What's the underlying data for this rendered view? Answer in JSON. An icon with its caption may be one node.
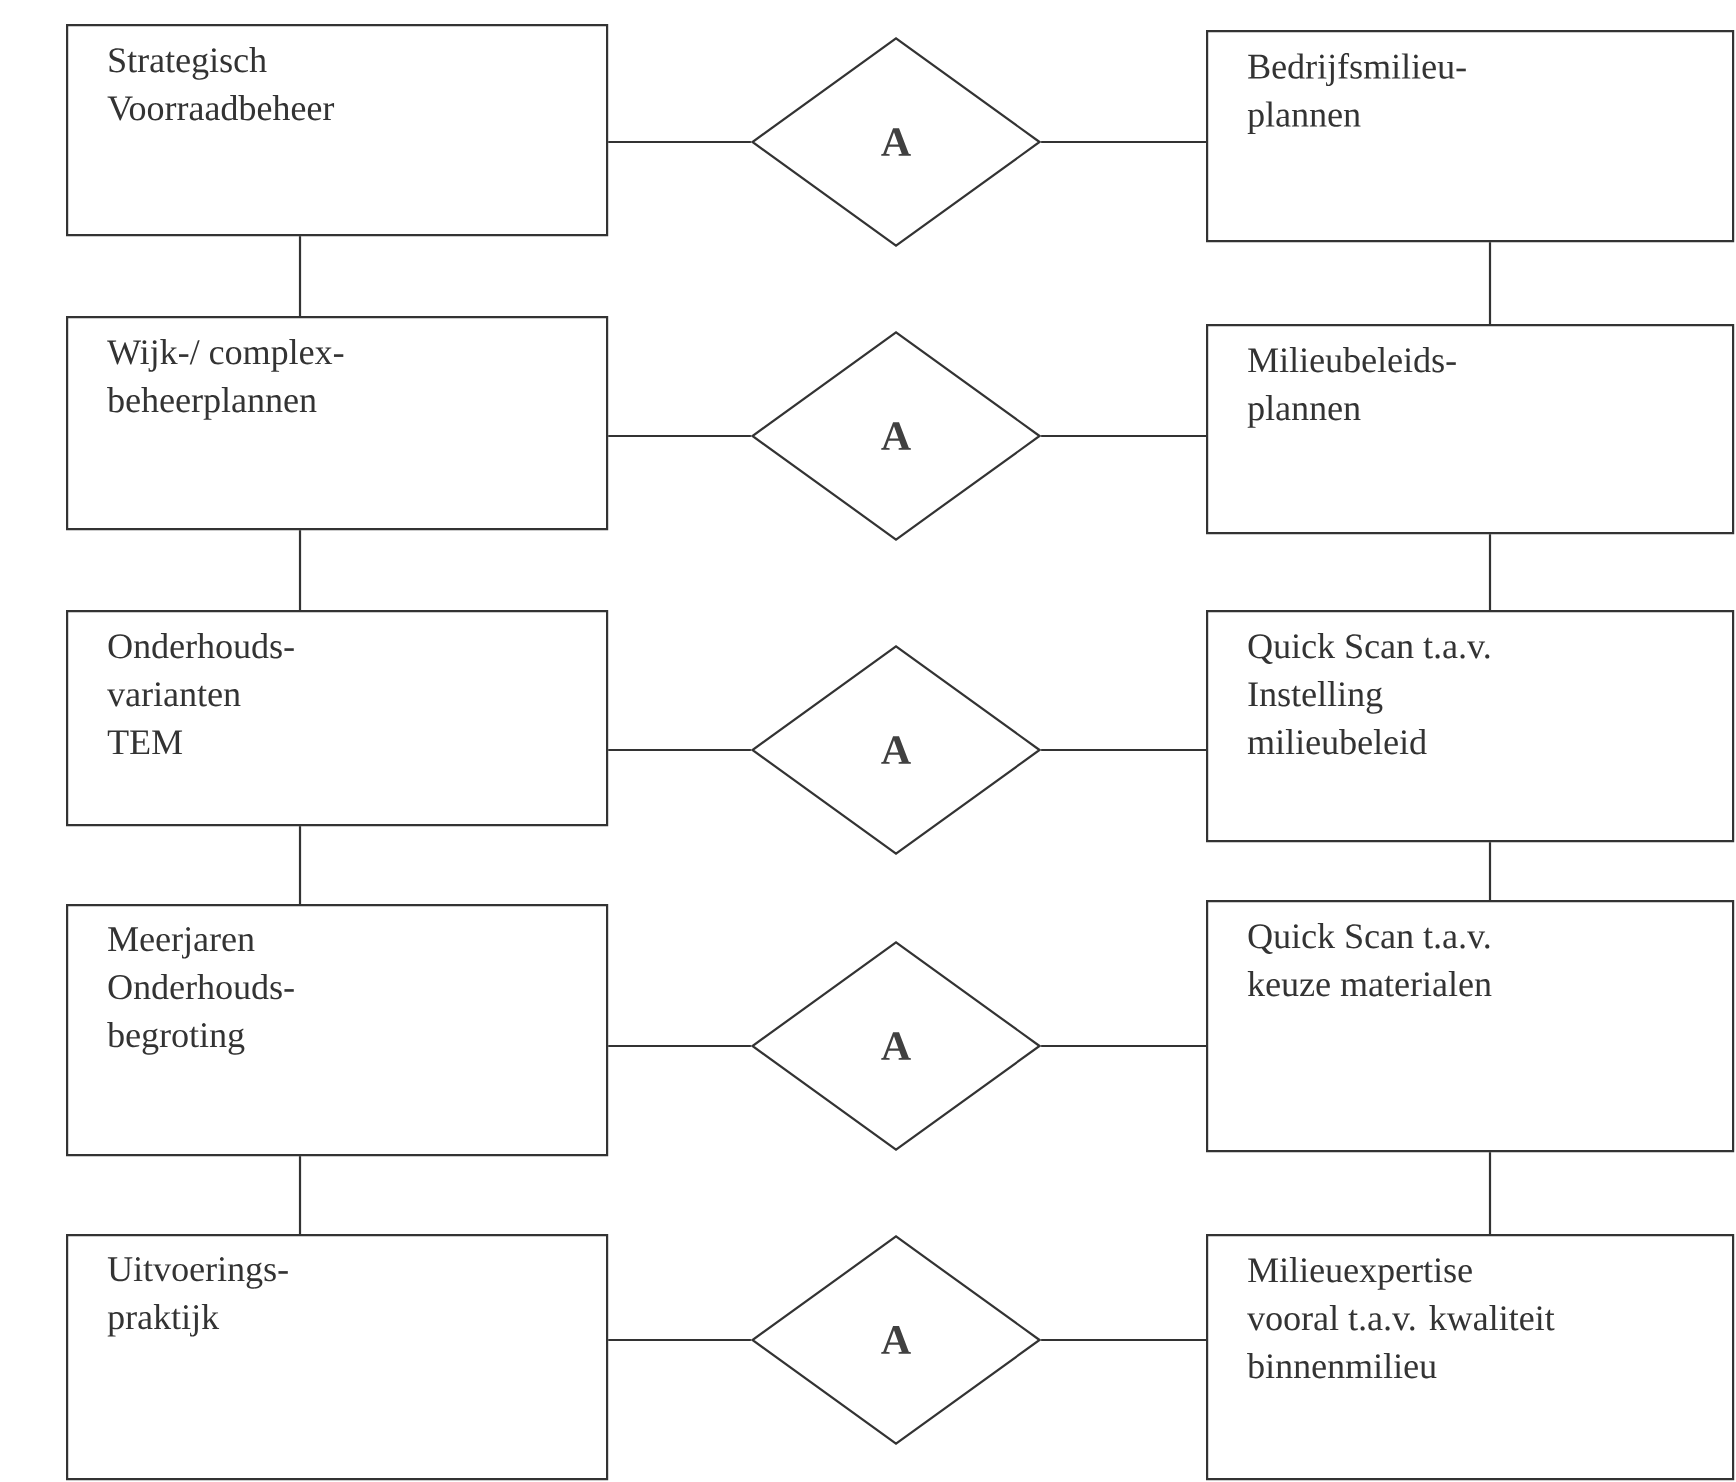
{
  "diagram": {
    "nodes": [
      {
        "text": [
          "Strategisch Voorraadbeheer"
        ]
      },
      {
        "text": [
          "A"
        ]
      },
      {
        "text": [
          "Bedrijfsmilieu- plannen"
        ]
      },
      {
        "text": [
          "Wijk-/ complex- beheerplannen"
        ]
      },
      {
        "text": [
          "A"
        ]
      },
      {
        "text": [
          "Milieubeleids- plannen"
        ]
      },
      {
        "text": [
          "Onderhouds- varianten TEM"
        ]
      },
      {
        "text": [
          "A"
        ]
      },
      {
        "text": [
          "Quick Scan t.a.v. Instelling milieubeleid"
        ]
      },
      {
        "text": [
          "Meerjaren Onderhouds- begroting"
        ]
      },
      {
        "text": [
          "A"
        ]
      },
      {
        "text": [
          "Quick Scan t.a.v. keuze materialen"
        ]
      },
      {
        "text": [
          "Uitvoerings- praktijk"
        ]
      },
      {
        "text": [
          "A"
        ]
      },
      {
        "text": [
          "Milieuexpertise vooral t.a.v. kwaliteit binnenmilieu"
        ]
      }
    ],
    "edges": [
      {
        "from": 0,
        "to": 1,
        "arrow": "none"
      },
      {
        "from": 1,
        "to": 2,
        "arrow": "none"
      },
      {
        "from": 3,
        "to": 4,
        "arrow": "none"
      },
      {
        "from": 4,
        "to": 5,
        "arrow": "none"
      },
      {
        "from": 6,
        "to": 7,
        "arrow": "none"
      },
      {
        "from": 7,
        "to": 8,
        "arrow": "none"
      },
      {
        "from": 9,
        "to": 10,
        "arrow": "none"
      },
      {
        "from": 10,
        "to": 11,
        "arrow": "none"
      },
      {
        "from": 12,
        "to": 13,
        "arrow": "none"
      },
      {
        "from": 13,
        "to": 14,
        "arrow": "none"
      },
      {
        "from": 0,
        "to": 3,
        "arrow": "none"
      },
      {
        "from": 3,
        "to": 6,
        "arrow": "none"
      },
      {
        "from": 6,
        "to": 9,
        "arrow": "none"
      },
      {
        "from": 9,
        "to": 12,
        "arrow": "none"
      },
      {
        "from": 2,
        "to": 5,
        "arrow": "none"
      },
      {
        "from": 5,
        "to": 8,
        "arrow": "none"
      },
      {
        "from": 8,
        "to": 11,
        "arrow": "none"
      },
      {
        "from": 11,
        "to": 14,
        "arrow": "none"
      }
    ]
  }
}
